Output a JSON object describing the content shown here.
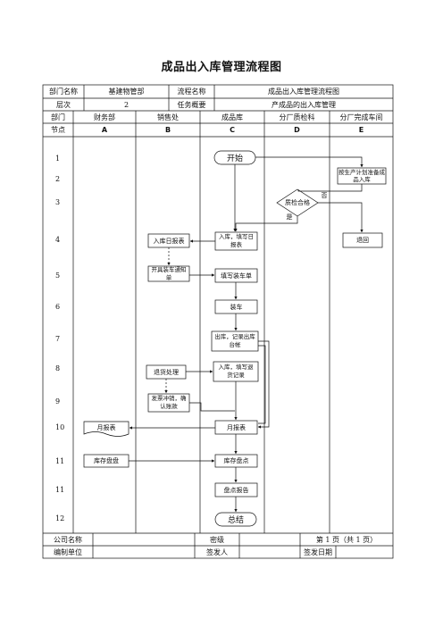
{
  "title": "成品出入库管理流程图",
  "header": {
    "dept_label": "部门名称",
    "dept_value": "基建物管部",
    "flow_label": "流程名称",
    "flow_value": "成品出入库管理流程图",
    "level_label": "层次",
    "level_value": "2",
    "task_label": "任务概要",
    "task_value": "产成品的出入库管理",
    "dept_row_label": "部门",
    "departments": [
      "财务部",
      "销售处",
      "成品库",
      "分厂质检科",
      "分厂完成车间"
    ],
    "node_label": "节点",
    "columns": [
      "A",
      "B",
      "C",
      "D",
      "E"
    ]
  },
  "rows": [
    "1",
    "2",
    "3",
    "4",
    "5",
    "6",
    "7",
    "8",
    "9",
    "10",
    "11",
    "11",
    "12"
  ],
  "nodes": {
    "start": "开始",
    "plan": "按生产计划准备成品入库",
    "inspect": "质检合格",
    "no": "否",
    "yes": "是",
    "return": "退回",
    "inbound_report": "入库日报表",
    "inbound": "入库，填写日报表",
    "issue_notice": "开具装车通知单",
    "fill_notice": "填写装车单",
    "load": "装车",
    "outbound": "出库，记录出库台帐",
    "return_proc": "退货处理",
    "return_in": "入库，填写退货记录",
    "invoice": "发票冲销，确认账款",
    "monthly_a": "月报表",
    "monthly_c": "月报表",
    "stock_a": "库存盘盘",
    "stock_c": "库存盘点",
    "count_report": "盘点报告",
    "end": "总结"
  },
  "footer": {
    "company_label": "公司名称",
    "company_value": "",
    "secret_label": "密级",
    "secret_value": "",
    "page_text": "第 1 页（共 1 页）",
    "unit_label": "编制单位",
    "unit_value": "",
    "signer_label": "签发人",
    "signer_value": "",
    "date_label": "签发日期",
    "date_value": ""
  }
}
